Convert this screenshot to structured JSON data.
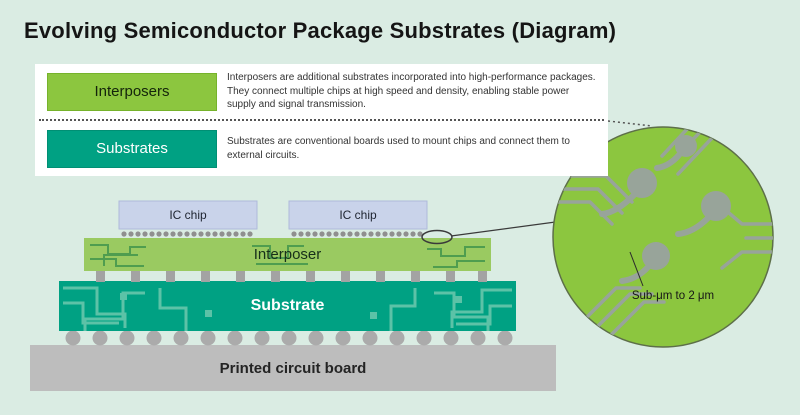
{
  "title": "Evolving Semiconductor Package Substrates (Diagram)",
  "legend": {
    "interposers": {
      "label": "Interposers",
      "description": "Interposers are additional substrates incorporated into high-performance packages. They connect multiple chips at high speed and density, enabling stable power supply and signal transmission."
    },
    "substrates": {
      "label": "Substrates",
      "description": "Substrates are conventional boards used to mount chips and connect them to external circuits."
    }
  },
  "diagram": {
    "ic_chip_label": "IC chip",
    "interposer_label": "Interposer",
    "substrate_label": "Substrate",
    "pcb_label": "Printed circuit board",
    "magnifier_label": "Sub-μm to 2 μm"
  },
  "colors": {
    "background": "#daece3",
    "interposer_green": "#8cc63f",
    "substrate_teal": "#00a183",
    "chip_blue": "#c9d3ea",
    "board_gray": "#bdbdbd",
    "trace_gray": "#98a49a"
  }
}
